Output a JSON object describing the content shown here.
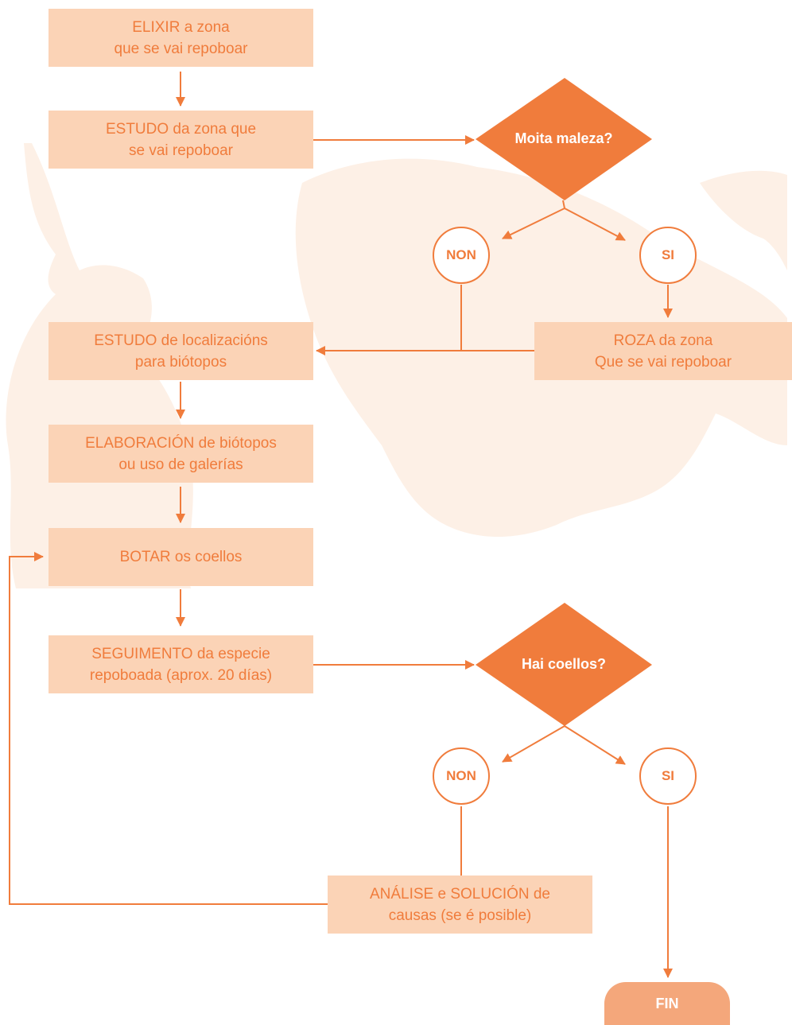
{
  "steps": {
    "elixir": "ELIXIR a zona\nque se vai repoboar",
    "estudo_zona": "ESTUDO da zona que\nse vai repoboar",
    "estudo_localizacions": "ESTUDO de localizacións\npara biótopos",
    "roza": "ROZA da zona\nQue se vai repoboar",
    "elaboracion": "ELABORACIÓN de biótopos\nou uso de galerías",
    "botar": "BOTAR os coellos",
    "seguimento": "SEGUIMENTO da especie\nrepoboada (aprox. 20 días)",
    "analise": "ANÁLISE e SOLUCIÓN de\ncausas (se é posible)",
    "fin": "FIN"
  },
  "decisions": {
    "maleza": {
      "question": "Moita maleza?",
      "no_label": "NON",
      "yes_label": "SI"
    },
    "coellos": {
      "question": "Hai coellos?",
      "no_label": "NON",
      "yes_label": "SI"
    }
  },
  "colors": {
    "accent": "#f07c3c",
    "box_fill": "#fbd3b6",
    "diamond_fill": "#f07c3c",
    "end_fill": "#f4a77b",
    "watermark": "#fdf0e6"
  },
  "icons": [
    "rabbit-watermark"
  ]
}
